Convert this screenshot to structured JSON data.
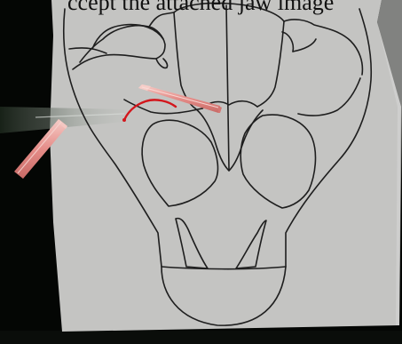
{
  "caption": {
    "text": "ccept the attached jaw image"
  },
  "scene": {
    "colors": {
      "background_dark": "#050805",
      "board": "#c3c3c1",
      "outline": "#1e1e1e",
      "tool_body": "#e58c88",
      "tool_highlight": "#f4c7c2",
      "suture": "#d3161c",
      "laser_beam": "#9fa89f"
    },
    "icons": [
      "bone-outline-drawing",
      "scalpel-tool",
      "probe-tool",
      "suture-thread"
    ]
  }
}
